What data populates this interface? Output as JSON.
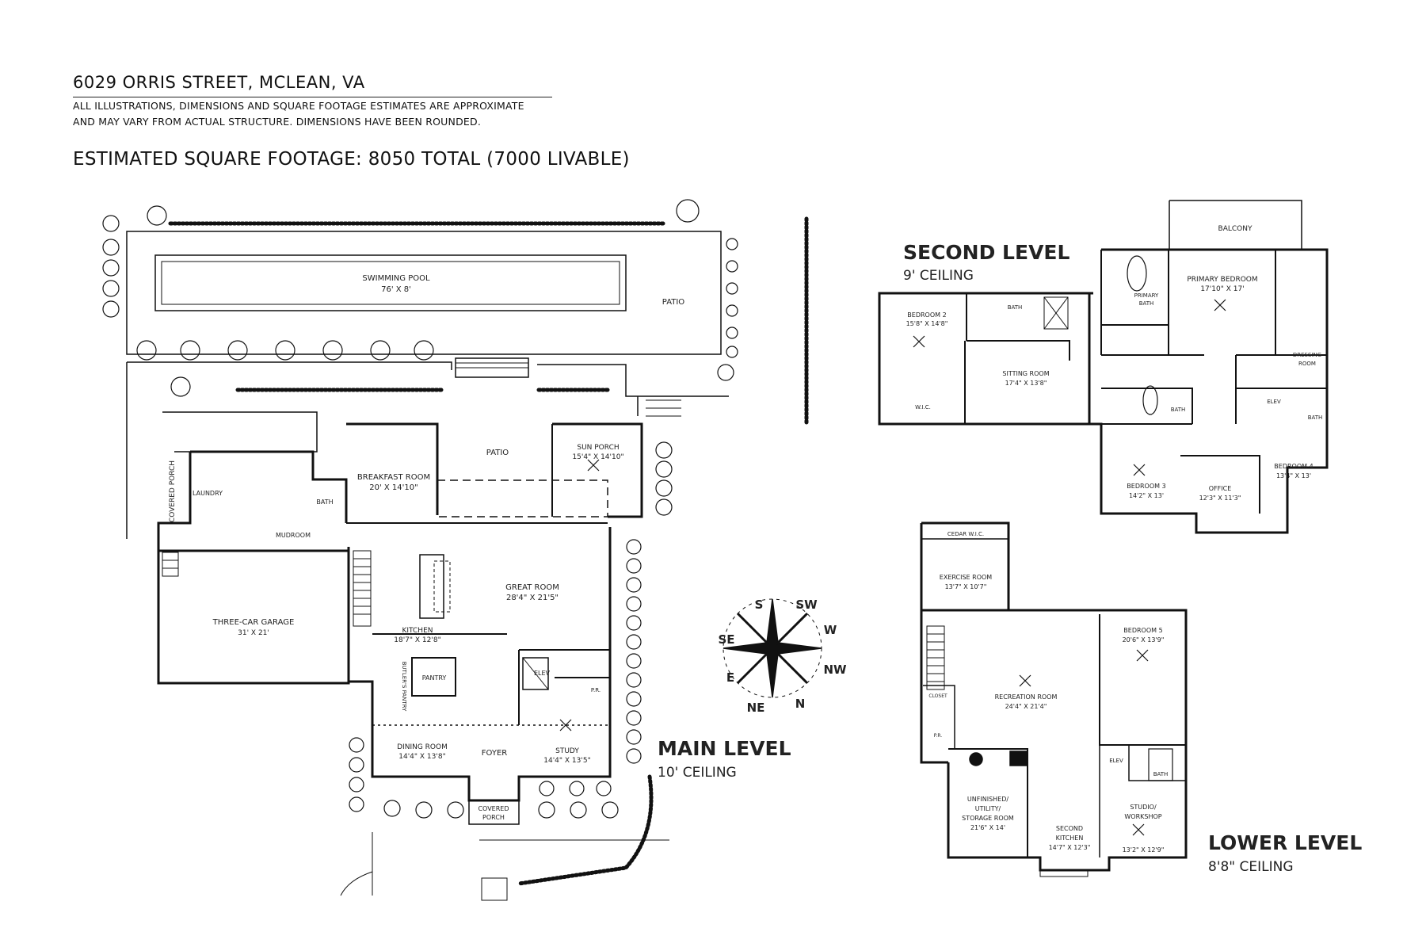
{
  "header": {
    "address": "6029 ORRIS STREET, MCLEAN, VA",
    "disclaimer_line1": "ALL ILLUSTRATIONS, DIMENSIONS AND SQUARE FOOTAGE ESTIMATES ARE APPROXIMATE",
    "disclaimer_line2": "AND MAY VARY FROM ACTUAL STRUCTURE. DIMENSIONS HAVE BEEN ROUNDED.",
    "square_footage": "ESTIMATED SQUARE FOOTAGE: 8050 TOTAL (7000 LIVABLE)"
  },
  "main_level": {
    "title": "MAIN LEVEL",
    "ceiling": "10' CEILING",
    "rooms": {
      "pool_name": "SWIMMING POOL",
      "pool_dim": "76' X 8'",
      "patio_top": "PATIO",
      "patio": "PATIO",
      "sun_porch_name": "SUN PORCH",
      "sun_porch_dim": "15'4\" X 14'10\"",
      "breakfast_name": "BREAKFAST ROOM",
      "breakfast_dim": "20' X 14'10\"",
      "laundry": "LAUNDRY",
      "bath": "BATH",
      "mudroom": "MUDROOM",
      "covered_porch_side": "COVERED PORCH",
      "garage_name": "THREE-CAR GARAGE",
      "garage_dim": "31' X 21'",
      "great_name": "GREAT ROOM",
      "great_dim": "28'4\" X 21'5\"",
      "kitchen_name": "KITCHEN",
      "kitchen_dim": "18'7\" X 12'8\"",
      "pantry": "PANTRY",
      "butlers_pantry": "BUTLER'S PANTRY",
      "elev": "ELEV",
      "pr": "P.R.",
      "dining_name": "DINING ROOM",
      "dining_dim": "14'4\" X 13'8\"",
      "foyer": "FOYER",
      "study_name": "STUDY",
      "study_dim": "14'4\" X 13'5\"",
      "covered_porch_front_1": "COVERED",
      "covered_porch_front_2": "PORCH"
    }
  },
  "second_level": {
    "title": "SECOND LEVEL",
    "ceiling": "9' CEILING",
    "rooms": {
      "balcony": "BALCONY",
      "primary_bed_name": "PRIMARY BEDROOM",
      "primary_bed_dim": "17'10\" X 17'",
      "primary_bath_1": "PRIMARY",
      "primary_bath_2": "BATH",
      "bed2_name": "BEDROOM 2",
      "bed2_dim": "15'8\" X 14'8\"",
      "bath_a": "BATH",
      "sitting_name": "SITTING ROOM",
      "sitting_dim": "17'4\" X 13'8\"",
      "wic": "W.I.C.",
      "dressing_1": "DRESSING",
      "dressing_2": "ROOM",
      "elev": "ELEV",
      "bath_b": "BATH",
      "bath_c": "BATH",
      "bed3_name": "BEDROOM 3",
      "bed3_dim": "14'2\" X 13'",
      "office_name": "OFFICE",
      "office_dim": "12'3\" X 11'3\"",
      "bed4_name": "BEDROOM 4",
      "bed4_dim": "13'4\" X 13'"
    }
  },
  "lower_level": {
    "title": "LOWER LEVEL",
    "ceiling": "8'8\" CEILING",
    "rooms": {
      "cedar": "CEDAR W.I.C.",
      "exercise_name": "EXERCISE ROOM",
      "exercise_dim": "13'7\" X 10'7\"",
      "rec_name": "RECREATION ROOM",
      "rec_dim": "24'4\" X 21'4\"",
      "bed5_name": "BEDROOM 5",
      "bed5_dim": "20'6\" X 13'9\"",
      "closet": "CLOSET",
      "pr": "P.R.",
      "elev": "ELEV",
      "bath": "BATH",
      "util_1": "UNFINISHED/",
      "util_2": "UTILITY/",
      "util_3": "STORAGE ROOM",
      "util_dim": "21'6\" X 14'",
      "kitchen2_1": "SECOND",
      "kitchen2_2": "KITCHEN",
      "kitchen2_dim": "14'7\" X 12'3\"",
      "studio_1": "STUDIO/",
      "studio_2": "WORKSHOP",
      "studio_dim": "13'2\" X 12'9\""
    }
  },
  "compass": {
    "labels": [
      "S",
      "SW",
      "W",
      "NW",
      "N",
      "NE",
      "E",
      "SE"
    ]
  }
}
